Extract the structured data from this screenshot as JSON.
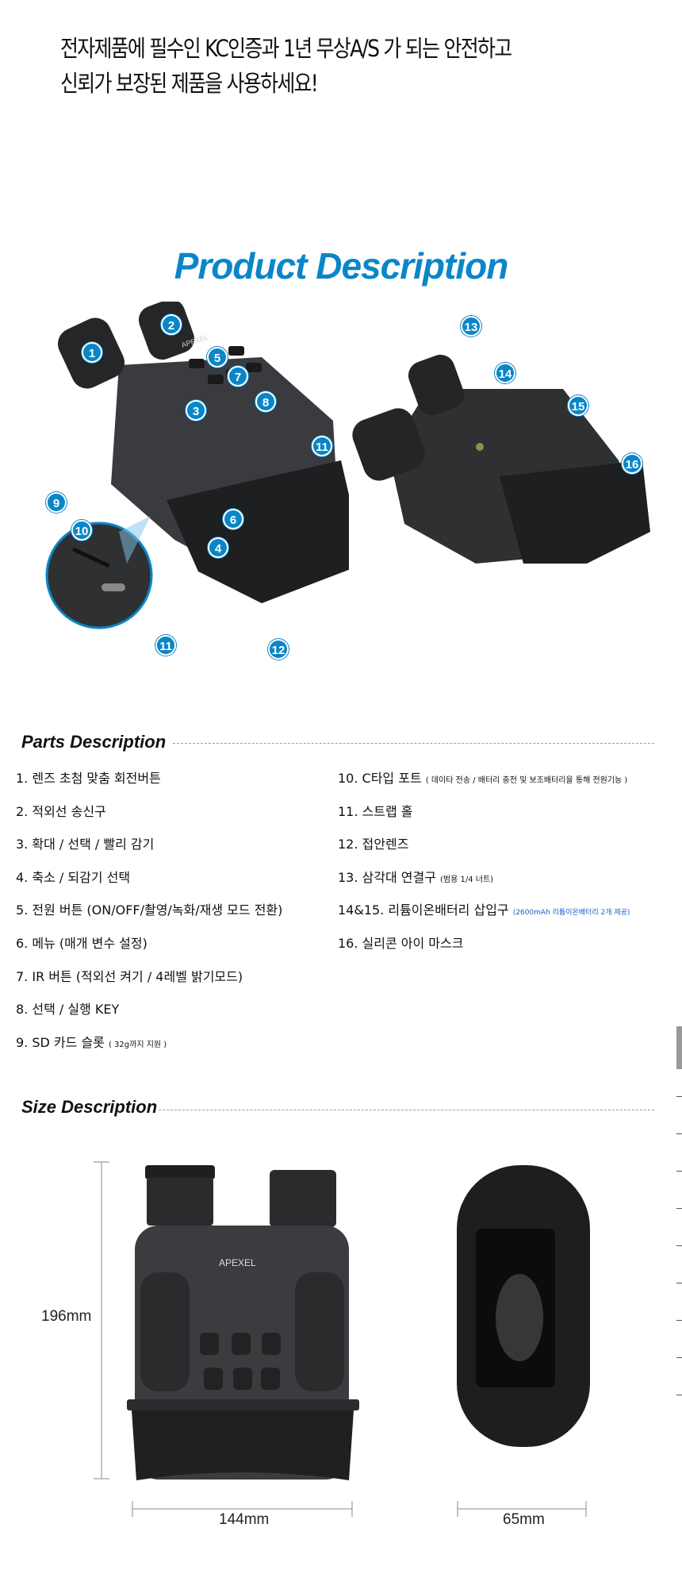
{
  "headline": {
    "line1": "전자제품에 필수인 KC인증과 1년 무상A/S 가 되는 안전하고",
    "line2": "신뢰가 보장된 제품을 사용하세요!"
  },
  "product_title": "Product Description",
  "callouts": {
    "left": [
      "1",
      "2",
      "3",
      "5",
      "7",
      "8",
      "11",
      "9",
      "10",
      "6",
      "4",
      "11",
      "12"
    ],
    "right": [
      "13",
      "14",
      "15",
      "16"
    ]
  },
  "brand": "APEXEL",
  "parts": {
    "heading": "Parts Description",
    "left": [
      {
        "main": "1. 렌즈 초첨 맞춤 회전버튼",
        "note": ""
      },
      {
        "main": "2. 적외선 송신구",
        "note": ""
      },
      {
        "main": "3. 확대 / 선택 / 빨리 감기",
        "note": ""
      },
      {
        "main": "4. 축소 / 되감기 선택",
        "note": ""
      },
      {
        "main": "5. 전원 버튼 (ON/OFF/촬영/녹화/재생 모드 전환)",
        "note": ""
      },
      {
        "main": "6. 메뉴 (매개 변수 설정)",
        "note": ""
      },
      {
        "main": "7. IR 버튼 (적외선 켜기 / 4레벨 밝기모드)",
        "note": ""
      },
      {
        "main": "8. 선택 / 실행 KEY",
        "note": ""
      },
      {
        "main": "9. SD 카드 슬롯",
        "note": "( 32g까지 지원 )"
      }
    ],
    "right": [
      {
        "main": "10. C타입 포트",
        "note": "( 데이타 전송 / 배터리 충전 및 보조배터리을 통해 전원기능 )"
      },
      {
        "main": "11. 스트랩 홀",
        "note": ""
      },
      {
        "main": "12. 접안렌즈",
        "note": ""
      },
      {
        "main": "13. 삼각대 연결구",
        "note": "(범용 1/4 너트)"
      },
      {
        "main": "14&15. 리튬이온배터리 삽입구",
        "note": "(2600mAh 리튬이온배터리 2개 제공)"
      },
      {
        "main": "16. 실리콘 아이 마스크",
        "note": ""
      }
    ]
  },
  "size": {
    "heading": "Size Description",
    "height": "196mm",
    "width": "144mm",
    "depth": "65mm"
  },
  "colors": {
    "accent": "#0a86c8",
    "note_blue": "#1a5fc8"
  }
}
